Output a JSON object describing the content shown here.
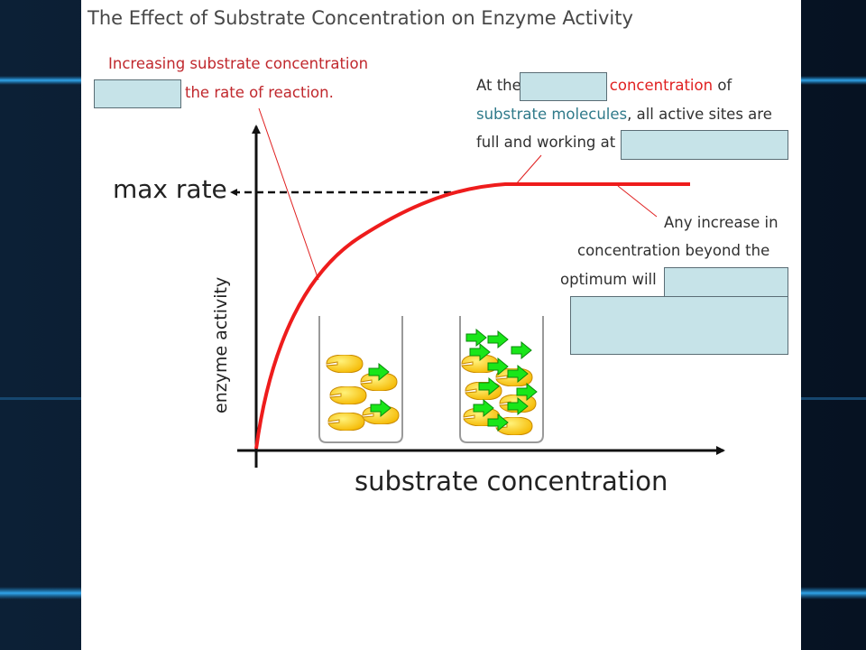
{
  "slide": {
    "title": "The Effect of Substrate Concentration on Enzyme Activity"
  },
  "note_left": {
    "line1": "Increasing substrate concentration",
    "line2": "the rate of reaction."
  },
  "note_top_right": {
    "line1_a": "At the",
    "line1_b": "concentration",
    "line1_c": "of",
    "line2_a": "substrate molecules",
    "line2_b": ", all active sites are",
    "line3": "full and working at"
  },
  "note_bottom_right": {
    "line1": "Any increase in",
    "line2": "concentration beyond the",
    "line3": "optimum will"
  },
  "graph": {
    "max_rate_label": "max rate",
    "y_axis_label": "enzyme activity",
    "x_axis_label": "substrate concentration"
  },
  "colors": {
    "curve": "#ee1c1c",
    "annotation_red": "#c0282d",
    "teal_text": "#2f7a8a",
    "blank_fill": "#c6e3e8",
    "enzyme": "#ffd23a",
    "substrate_arrow": "#19e619"
  }
}
